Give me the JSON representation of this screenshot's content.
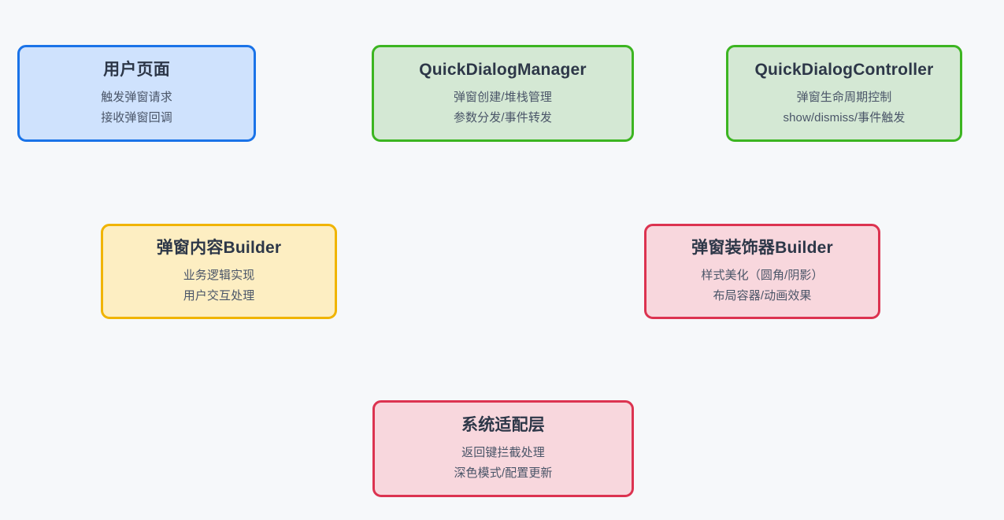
{
  "diagram": {
    "background_color": "#f6f8fa",
    "title_color": "#2d3748",
    "subtitle_color": "#4a5568",
    "nodes": [
      {
        "id": "user-page",
        "title": "用户页面",
        "lines": [
          "触发弹窗请求",
          "接收弹窗回调"
        ],
        "fill": "#cfe2fd",
        "border": "#1a73e8"
      },
      {
        "id": "dialog-manager",
        "title": "QuickDialogManager",
        "lines": [
          "弹窗创建/堆栈管理",
          "参数分发/事件转发"
        ],
        "fill": "#d4e8d4",
        "border": "#3cb521"
      },
      {
        "id": "dialog-controller",
        "title": "QuickDialogController",
        "lines": [
          "弹窗生命周期控制",
          "show/dismiss/事件触发"
        ],
        "fill": "#d4e8d4",
        "border": "#3cb521"
      },
      {
        "id": "content-builder",
        "title": "弹窗内容Builder",
        "lines": [
          "业务逻辑实现",
          "用户交互处理"
        ],
        "fill": "#fdeec2",
        "border": "#f0b400"
      },
      {
        "id": "decorator-builder",
        "title": "弹窗装饰器Builder",
        "lines": [
          "样式美化（圆角/阴影）",
          "布局容器/动画效果"
        ],
        "fill": "#f8d7dd",
        "border": "#dc3350"
      },
      {
        "id": "system-adapter",
        "title": "系统适配层",
        "lines": [
          "返回键拦截处理",
          "深色模式/配置更新"
        ],
        "fill": "#f8d7dd",
        "border": "#dc3350"
      }
    ]
  }
}
